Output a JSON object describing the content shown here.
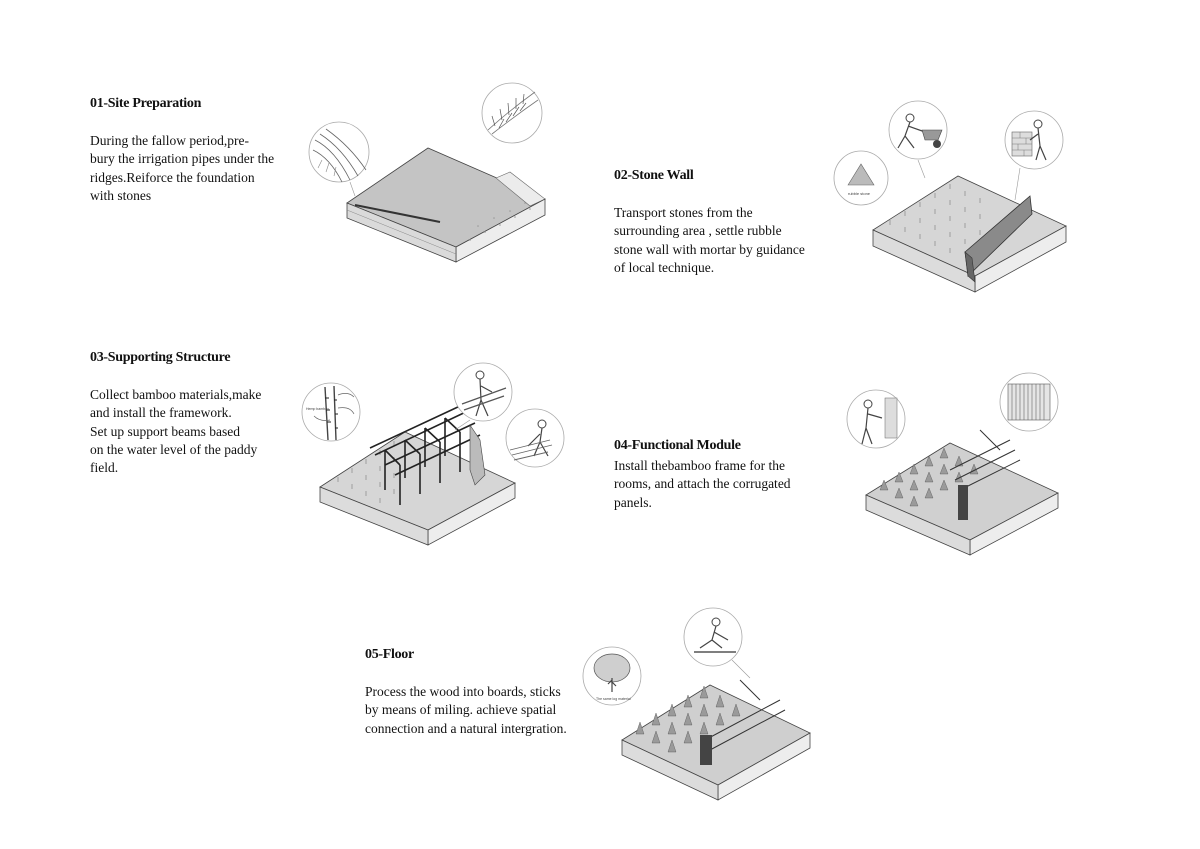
{
  "steps": [
    {
      "title": "01-Site Preparation",
      "lines": [
        "During the fallow period,pre-",
        "bury the irrigation pipes under the",
        "ridges.Reiforce the foundation",
        "with  stones"
      ]
    },
    {
      "title": "02-Stone Wall",
      "lines": [
        "Transport  stones from the",
        "surrounding area , settle rubble",
        "stone wall with mortar by guidance",
        "of local technique."
      ]
    },
    {
      "title": "03-Supporting Structure",
      "lines": [
        "Collect bamboo materials,make",
        "and install the framework.",
        "Set up support beams based",
        "on the water level of the paddy",
        "field."
      ]
    },
    {
      "title": "04-Functional Module",
      "lines": [
        "Install thebamboo frame for the",
        "rooms, and attach the corrugated",
        "panels."
      ]
    },
    {
      "title": "05-Floor",
      "lines": [
        "Process the wood into boards, sticks",
        "by means of miling. achieve spatial",
        "connection and a natural intergration."
      ]
    }
  ],
  "vignette_labels": {
    "stone": "rubble stone",
    "bamboo": "Hemp bamboo",
    "tree": "The same log material"
  },
  "colors": {
    "ink": "#111111",
    "line": "#555555",
    "field": "#c9c9c9",
    "side": "#e9e9e9"
  },
  "icons": [
    "rice-ridge-icon",
    "rice-plants-icon",
    "stone-pile-icon",
    "wheelbarrow-worker-icon",
    "mason-icon",
    "bamboo-icon",
    "carpenter-icon",
    "bamboo-worker-icon",
    "drill-worker-icon",
    "panel-icon",
    "tree-icon",
    "floor-worker-icon"
  ]
}
